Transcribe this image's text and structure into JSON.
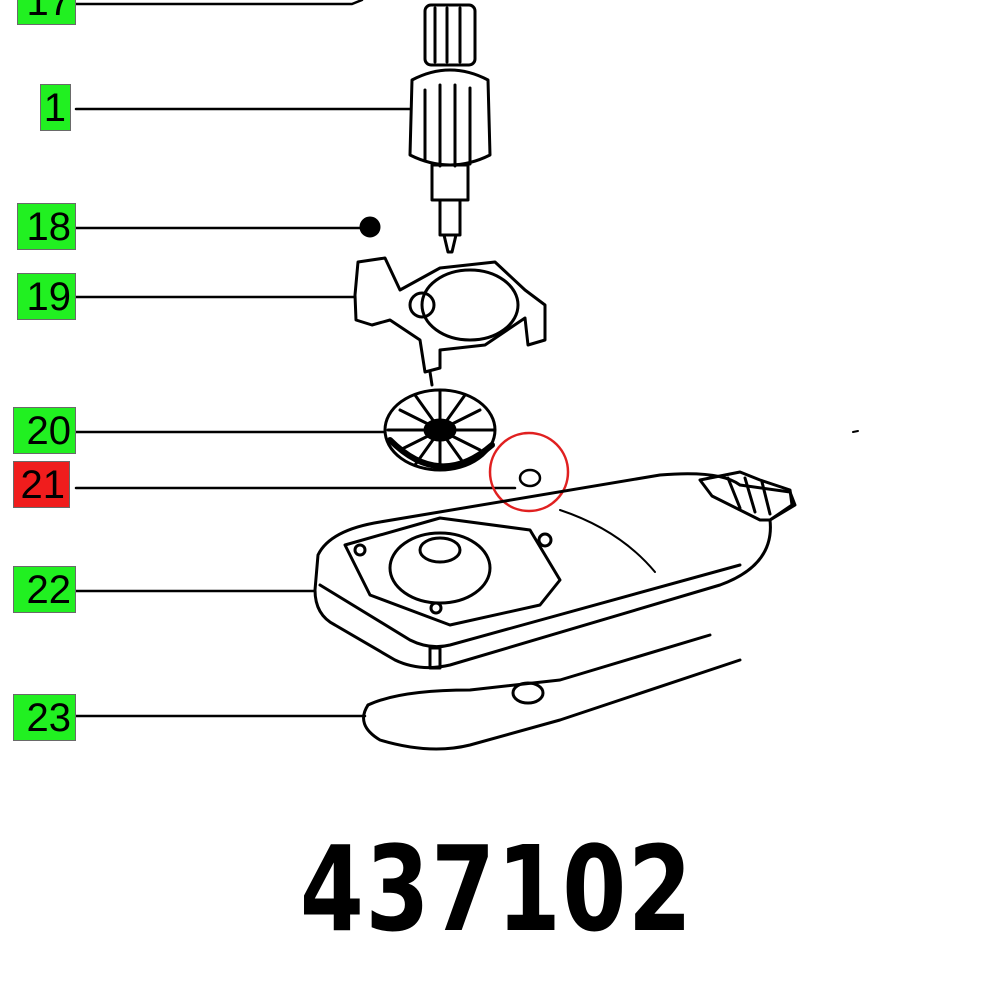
{
  "callouts": [
    {
      "label": "17",
      "status": "available"
    },
    {
      "label": "1",
      "status": "available"
    },
    {
      "label": "18",
      "status": "available"
    },
    {
      "label": "19",
      "status": "available"
    },
    {
      "label": "20",
      "status": "available"
    },
    {
      "label": "21",
      "status": "highlighted"
    },
    {
      "label": "22",
      "status": "available"
    },
    {
      "label": "23",
      "status": "available"
    }
  ],
  "part_number": "437102",
  "colors": {
    "available": "#21f021",
    "highlighted": "#f01d1d",
    "highlight_circle": "#e02020"
  }
}
